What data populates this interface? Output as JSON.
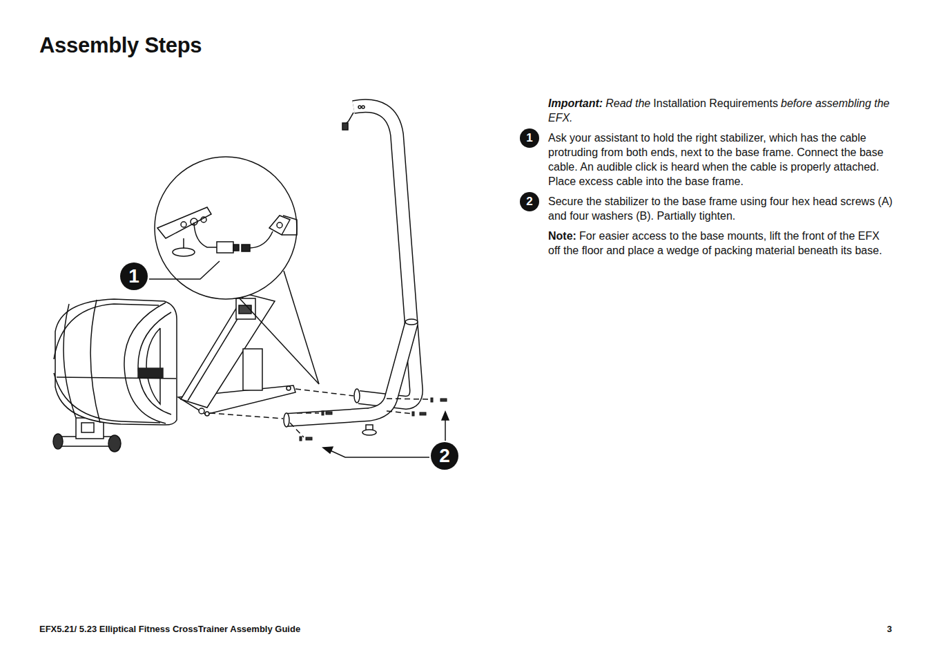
{
  "diagram": {
    "title": "Assembly Steps",
    "nodes": [
      {
        "text": [
          "1"
        ]
      },
      {
        "text": [
          "2"
        ]
      },
      {
        "text": [
          "1"
        ]
      },
      {
        "text": [
          "2"
        ]
      }
    ],
    "edges": [],
    "labels": [
      "Important:",
      "Read the",
      "Installation Requirements",
      "before assembling the EFX.",
      "Ask your assistant to hold the right stabilizer, which has the cable protruding from both ends, next to the base frame. Connect the base cable. An audible click is heard when the cable is properly attached. Place excess cable into the base frame.",
      "Secure the stabilizer to the base frame using four hex head screws (A) and four washers (B). Partially tighten.",
      "Note:",
      "For easier access to the base mounts, lift the front of the EFX off the floor and place a wedge of packing material beneath its base.",
      "EFX5.21/ 5.23 Elliptical Fitness CrossTrainer Assembly Guide",
      "3"
    ]
  }
}
